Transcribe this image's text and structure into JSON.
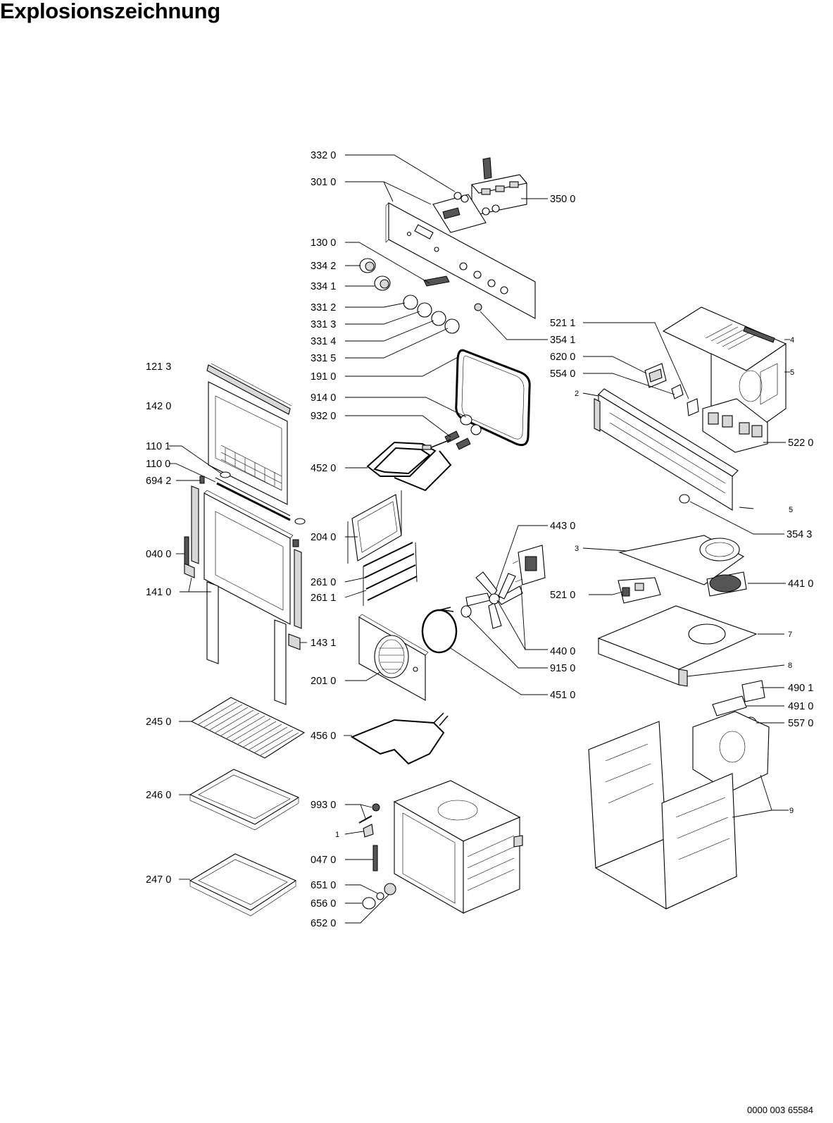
{
  "title": "Explosionszeichnung",
  "document_number": "0000 003 65584",
  "part_labels": {
    "p3320": "332 0",
    "p3010": "301 0",
    "p3500": "350 0",
    "p1300": "130 0",
    "p3342": "334 2",
    "p3341": "334 1",
    "p3312": "331 2",
    "p3313": "331 3",
    "p3314": "331 4",
    "p3315": "331 5",
    "p5211": "521 1",
    "p3541": "354 1",
    "p6200": "620 0",
    "p5540": "554 0",
    "p1213": "121 3",
    "p1910": "191 0",
    "p9140": "914 0",
    "p9320": "932 0",
    "p1420": "142 0",
    "p5220": "522 0",
    "p1101": "110 1",
    "p1100": "110 0",
    "p6942": "694 2",
    "p4520": "452 0",
    "p3543": "354 3",
    "p4430": "443 0",
    "p2040": "204 0",
    "p0400": "040 0",
    "p2610": "261 0",
    "p2611": "261 1",
    "p1410": "141 0",
    "p5210": "521 0",
    "p4410": "441 0",
    "p4400": "440 0",
    "p1431": "143 1",
    "p9150": "915 0",
    "p2010": "201 0",
    "p4510": "451 0",
    "p4901": "490 1",
    "p4910": "491 0",
    "p2450": "245 0",
    "p5570": "557 0",
    "p4560": "456 0",
    "p2460": "246 0",
    "p9930": "993 0",
    "p0470": "047 0",
    "p2470": "247 0",
    "p6510": "651 0",
    "p6560": "656 0",
    "p6520": "652 0"
  },
  "index_labels": {
    "n1": "1",
    "n2": "2",
    "n3": "3",
    "n4": "4",
    "n5a": "5",
    "n5b": "5",
    "n7": "7",
    "n8": "8",
    "n9": "9"
  }
}
